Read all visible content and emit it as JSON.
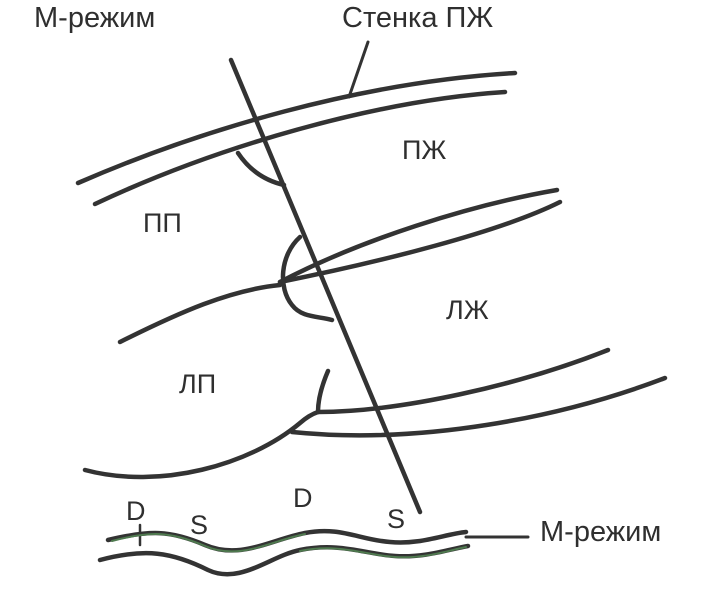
{
  "labels": {
    "mmode_top": "М-режим",
    "rv_wall": "Стенка ПЖ",
    "rv": "ПЖ",
    "ra": "ПП",
    "lv": "ЛЖ",
    "la": "ЛП",
    "d1": "D",
    "s1": "S",
    "d2": "D",
    "s2": "S",
    "mmode_bottom": "М-режим"
  },
  "colors": {
    "line": "#333333",
    "trace_green": "#4f7a4f",
    "text": "#2f2f2f"
  }
}
